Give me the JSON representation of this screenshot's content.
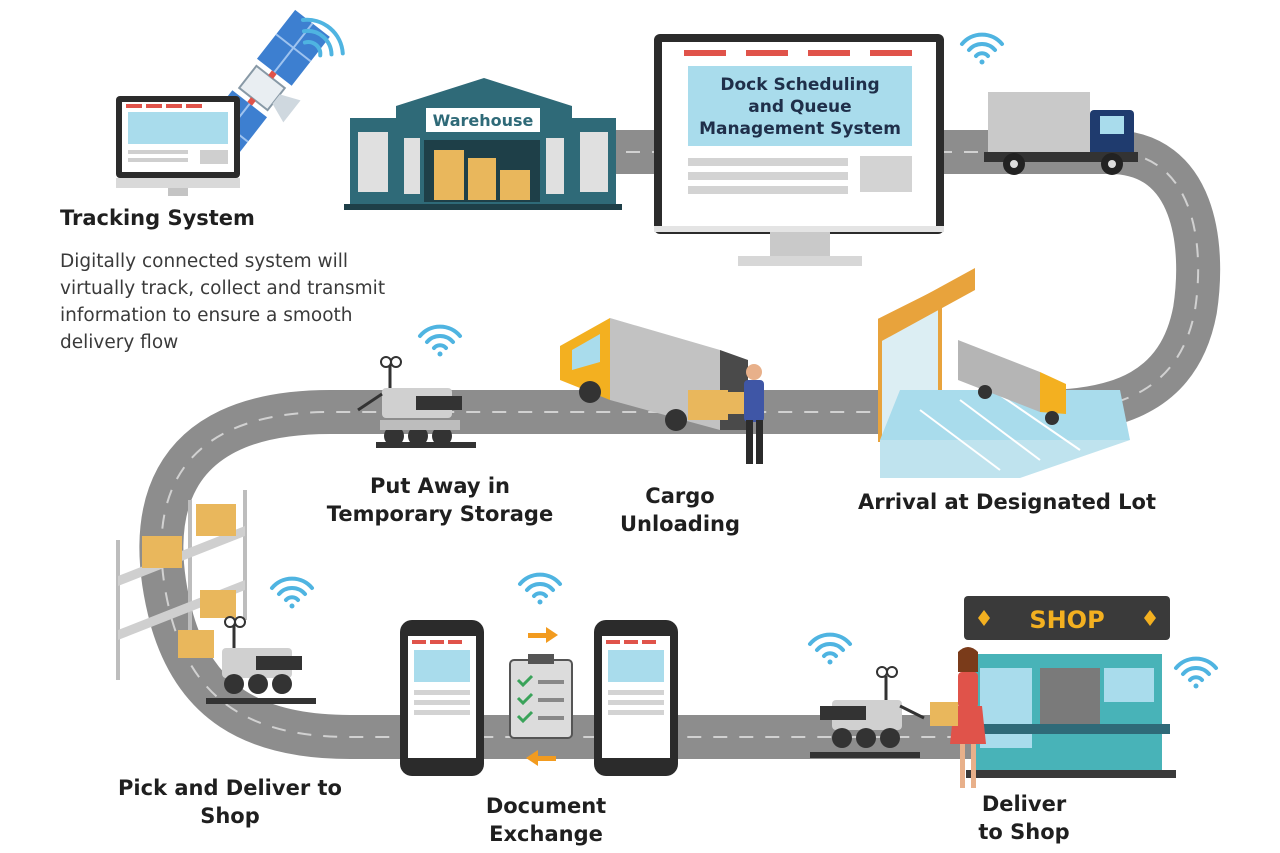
{
  "colors": {
    "road": "#8d8d8d",
    "road_line": "#ffffff",
    "screen": "#a9dcec",
    "accent_red": "#e0534a",
    "wifi": "#4fb4e1",
    "warehouse": "#2f6a78",
    "truck_cab": "#1f3b6e",
    "van_yellow": "#f3b020",
    "box": "#e9b75c",
    "shop_teal": "#48b3b8",
    "shop_sign": "#3a3a3a",
    "arrow_orange": "#f29b1f"
  },
  "icons": [
    "satellite-icon",
    "wifi-icon",
    "monitor-icon",
    "warehouse-icon",
    "truck-icon",
    "van-icon",
    "robot-icon",
    "shelf-icon",
    "phone-icon",
    "clipboard-icon",
    "shop-icon",
    "person-icon"
  ],
  "warehouse": {
    "sign": "Warehouse"
  },
  "dock_system": {
    "line1": "Dock Scheduling",
    "line2": "and Queue",
    "line3": "Management System"
  },
  "shop": {
    "sign": "SHOP"
  },
  "tracking": {
    "title": "Tracking System",
    "desc": [
      "Digitally connected system will",
      "virtually track, collect and transmit",
      "information to ensure a smooth",
      "delivery flow"
    ]
  },
  "steps": {
    "put_away": [
      "Put Away in",
      "Temporary Storage"
    ],
    "cargo": [
      "Cargo",
      "Unloading"
    ],
    "arrival": [
      "Arrival at Designated Lot"
    ],
    "pick": [
      "Pick and Deliver to",
      "Shop"
    ],
    "document": [
      "Document",
      "Exchange"
    ],
    "deliver": [
      "Deliver",
      "to Shop"
    ]
  }
}
